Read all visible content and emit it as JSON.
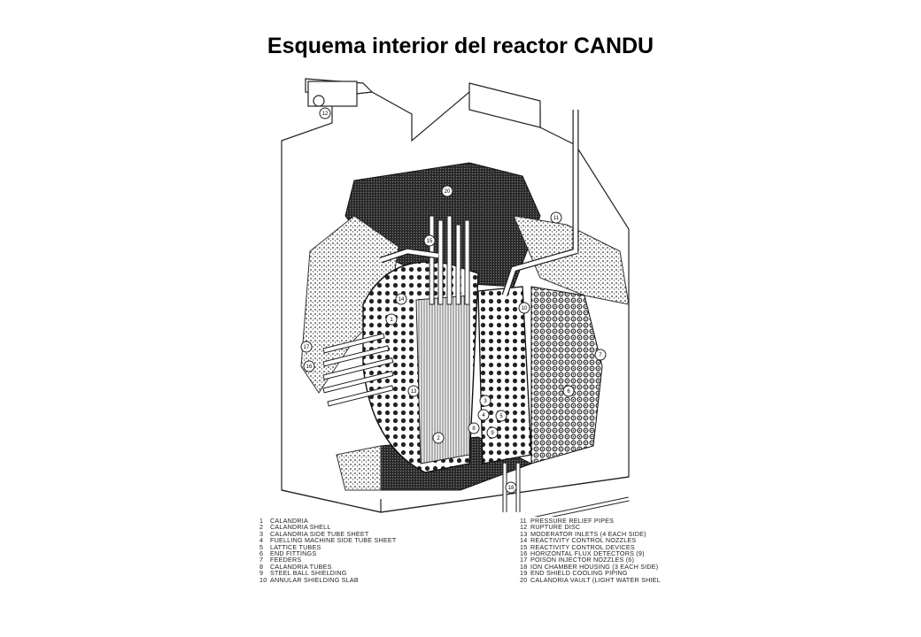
{
  "title": "Esquema interior del reactor CANDU",
  "callouts": [
    "12",
    "20",
    "11",
    "15",
    "14",
    "1",
    "17",
    "16",
    "13",
    "10",
    "7",
    "6",
    "2",
    "3",
    "4",
    "5",
    "8",
    "9",
    "18"
  ],
  "legend_left": [
    {
      "num": "1",
      "label": "CALANDRIA"
    },
    {
      "num": "2",
      "label": "CALANDRIA SHELL"
    },
    {
      "num": "3",
      "label": "CALANDRIA SIDE TUBE SHEET"
    },
    {
      "num": "4",
      "label": "FUELLING MACHINE SIDE TUBE SHEET"
    },
    {
      "num": "5",
      "label": "LATTICE TUBES"
    },
    {
      "num": "6",
      "label": "END FITTINGS"
    },
    {
      "num": "7",
      "label": "FEEDERS"
    },
    {
      "num": "8",
      "label": "CALANDRIA TUBES"
    },
    {
      "num": "9",
      "label": "STEEL BALL SHIELDING"
    },
    {
      "num": "10",
      "label": "ANNULAR SHIELDING SLAB"
    }
  ],
  "legend_right": [
    {
      "num": "11",
      "label": "PRESSURE RELIEF PIPES"
    },
    {
      "num": "12",
      "label": "RUPTURE DISC"
    },
    {
      "num": "13",
      "label": "MODERATOR INLETS (4 EACH SIDE)"
    },
    {
      "num": "14",
      "label": "REACTIVITY CONTROL NOZZLES"
    },
    {
      "num": "15",
      "label": "REACTIVITY CONTROL DEVICES"
    },
    {
      "num": "16",
      "label": "HORIZONTAL FLUX DETECTORS (9)"
    },
    {
      "num": "17",
      "label": "POISON INJECTOR NOZZLES (6)"
    },
    {
      "num": "18",
      "label": "ION CHAMBER HOUSING (3 EACH SIDE)"
    },
    {
      "num": "19",
      "label": "END SHIELD COOLING PIPING"
    },
    {
      "num": "20",
      "label": "CALANDRIA VAULT (LIGHT WATER SHIEL"
    }
  ]
}
